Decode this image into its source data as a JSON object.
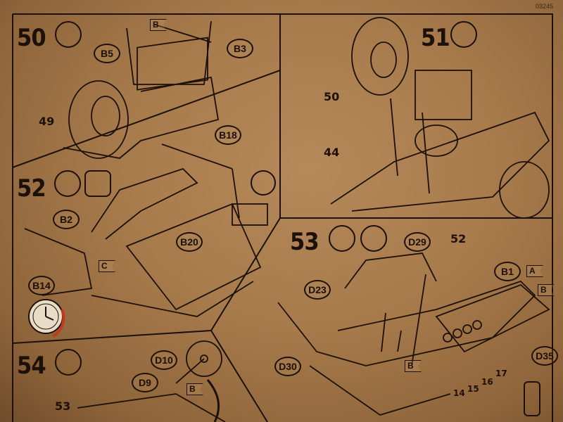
{
  "doc_code": "03245",
  "steps": [
    {
      "number": "50"
    },
    {
      "number": "51"
    },
    {
      "number": "52"
    },
    {
      "number": "53"
    },
    {
      "number": "54"
    }
  ],
  "step50": {
    "callouts": [
      "B5",
      "B3"
    ],
    "flag": "B",
    "labels": [
      "49"
    ]
  },
  "step51": {
    "labels": [
      "50",
      "44"
    ]
  },
  "step52": {
    "callouts": [
      "B18",
      "B2",
      "B20",
      "B14"
    ],
    "flag": "C"
  },
  "step53": {
    "callouts": [
      "D29",
      "D23",
      "B1",
      "D30",
      "D35"
    ],
    "labels": [
      "52",
      "14",
      "15",
      "16",
      "17"
    ],
    "flags": [
      "A",
      "B",
      "B"
    ]
  },
  "step54": {
    "callouts": [
      "D10",
      "D9"
    ],
    "flag": "B",
    "labels": [
      "53"
    ]
  }
}
